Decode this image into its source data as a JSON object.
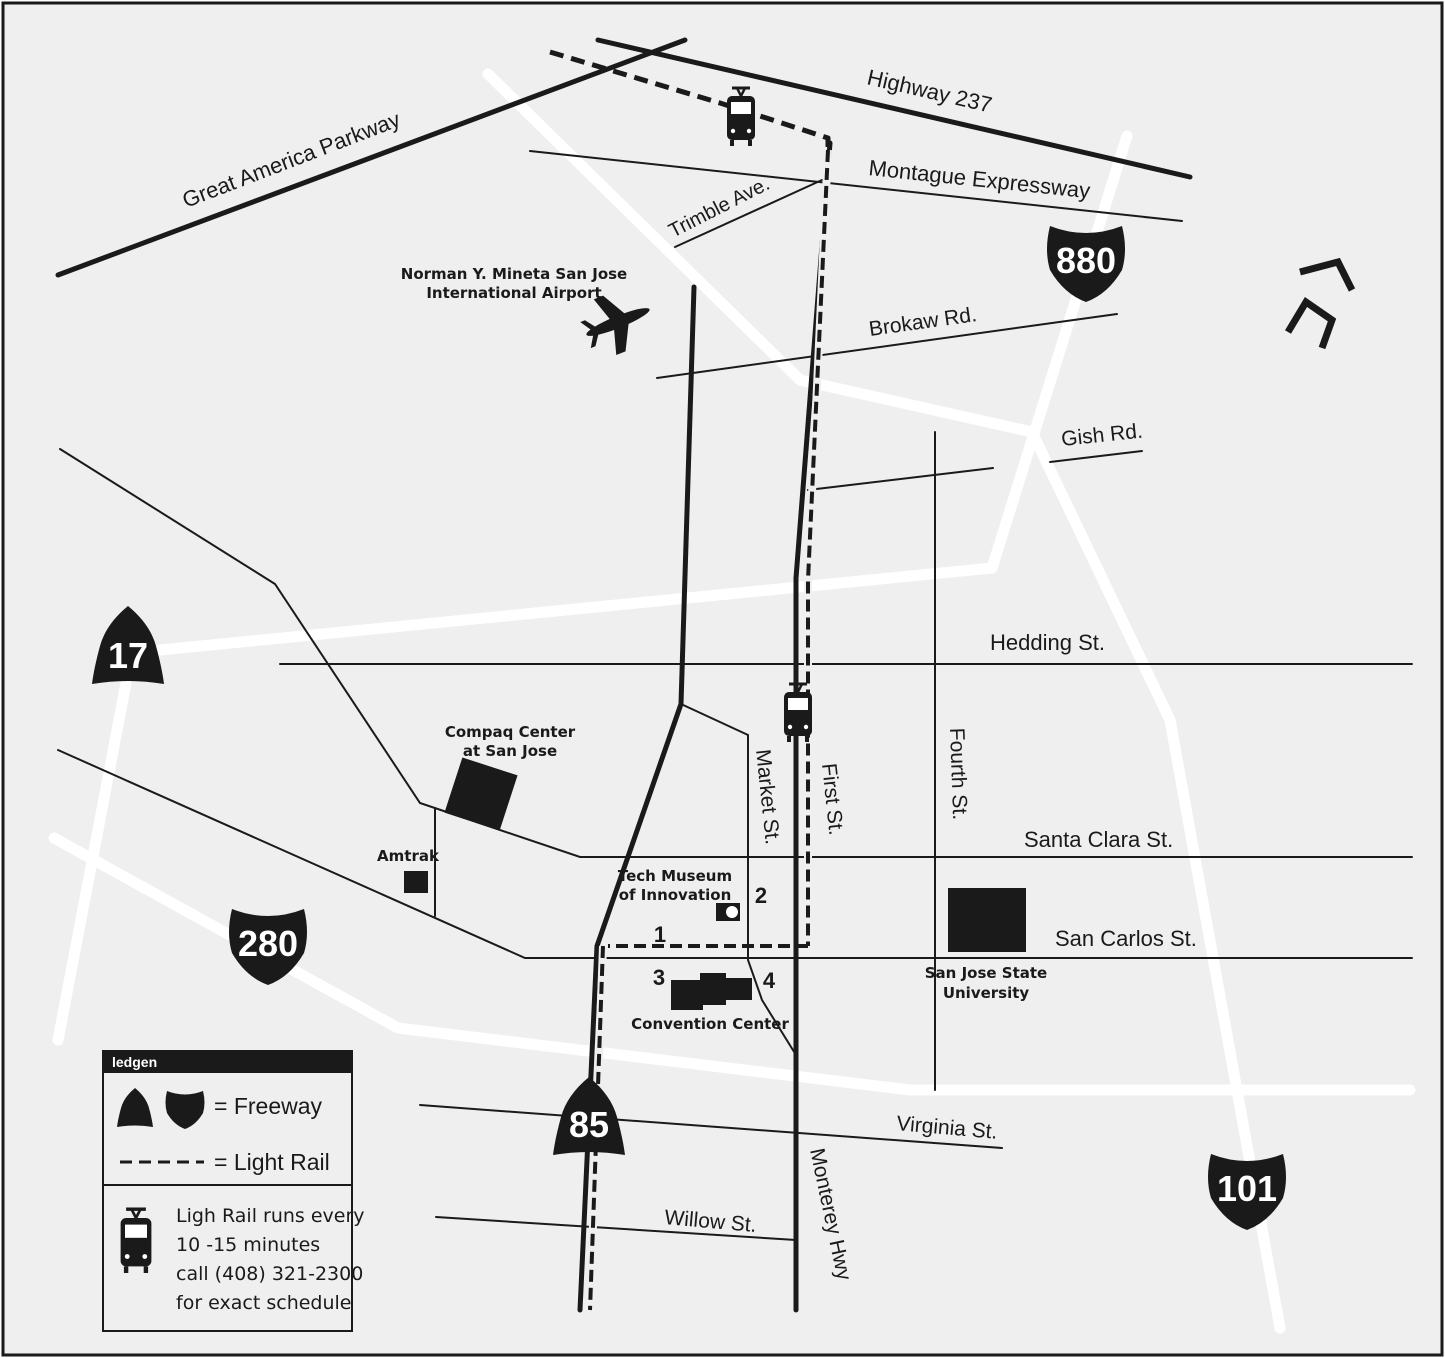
{
  "colors": {
    "background": "#efefef",
    "freeway": "#ffffff",
    "street": "#1a1a1a",
    "light_rail": "#1a1a1a",
    "shield": "#1a1a1a",
    "building": "#1a1a1a"
  },
  "roads": {
    "highway_237": "Highway 237",
    "montague": "Montague Expressway",
    "great_america": "Great America Parkway",
    "trimble": "Trimble Ave.",
    "brokaw": "Brokaw Rd.",
    "gish": "Gish Rd.",
    "hedding": "Hedding St.",
    "santa_clara": "Santa Clara St.",
    "san_carlos": "San Carlos St.",
    "virginia": "Virginia St.",
    "willow": "Willow St.",
    "market": "Market St.",
    "first": "First St.",
    "fourth": "Fourth St.",
    "monterey": "Monterey Hwy"
  },
  "shields": {
    "i880": "880",
    "sr17": "17",
    "i280": "280",
    "sr85": "85",
    "us101": "101"
  },
  "places": {
    "airport_line1": "Norman Y. Mineta San Jose",
    "airport_line2": "International Airport",
    "compaq_line1": "Compaq Center",
    "compaq_line2": "at San Jose",
    "amtrak": "Amtrak",
    "tech_line1": "Tech Museum",
    "tech_line2": "of Innovation",
    "convention": "Convention Center",
    "sjsu_line1": "San Jose State",
    "sjsu_line2": "University"
  },
  "markers": {
    "m1": "1",
    "m2": "2",
    "m3": "3",
    "m4": "4"
  },
  "legend": {
    "title": "ledgen",
    "freeway": "= Freeway",
    "light_rail": "= Light Rail",
    "note_line1": "Ligh Rail runs every",
    "note_line2": "10 -15 minutes",
    "note_line3": "call (408) 321-2300",
    "note_line4": "for exact schedule"
  },
  "icons": {
    "north_arrow": "north-arrow-icon",
    "airplane": "airplane-icon",
    "train": "light-rail-train-icon"
  }
}
